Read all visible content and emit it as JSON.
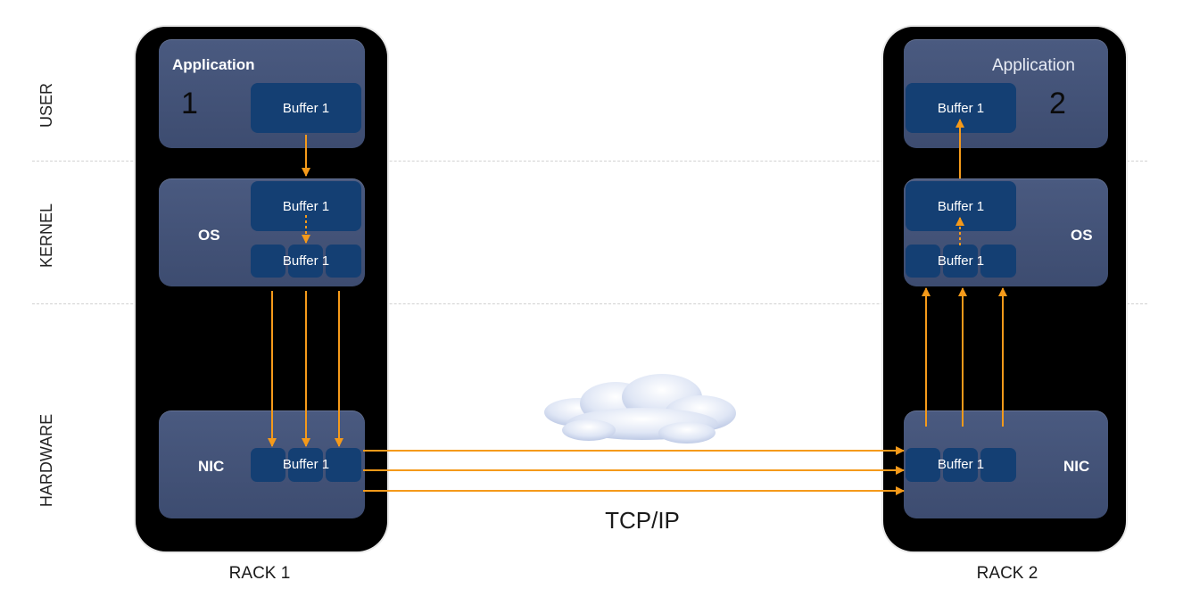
{
  "layers": {
    "user": "USER",
    "kernel": "KERNEL",
    "hardware": "HARDWARE"
  },
  "rack1": {
    "label": "RACK 1",
    "app_title": "Application",
    "app_number": "1",
    "app_buffer": "Buffer 1",
    "os_label": "OS",
    "os_buffer": "Buffer 1",
    "os_segmented_buffer": "Buffer 1",
    "nic_label": "NIC",
    "nic_buffer": "Buffer 1"
  },
  "rack2": {
    "label": "RACK 2",
    "app_title": "Application",
    "app_number": "2",
    "app_buffer": "Buffer 1",
    "os_label": "OS",
    "os_buffer": "Buffer 1",
    "os_segmented_buffer": "Buffer 1",
    "nic_label": "NIC",
    "nic_buffer": "Buffer 1"
  },
  "network": {
    "protocol": "TCP/IP",
    "icon": "cloud-icon"
  },
  "colors": {
    "arrow": "#f59a1a",
    "rack": "#000000",
    "panel": "#44537a",
    "buffer": "#143f73"
  }
}
